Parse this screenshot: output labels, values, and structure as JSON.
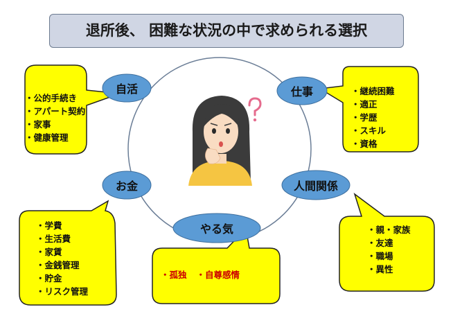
{
  "title": "退所後、 困難な状況の中で求められる選択",
  "colors": {
    "title_fill": "#d0d6e4",
    "node_fill": "#5b9bd5",
    "callout_fill": "#ffff00",
    "callout_stroke": "#222222",
    "alert_text": "#cc0000"
  },
  "center_icon": "worried-woman-with-question-mark",
  "nodes": [
    {
      "label": "自活",
      "items": [
        "公的手続き",
        "アパート契約",
        "家事",
        "健康管理"
      ]
    },
    {
      "label": "仕事",
      "items": [
        "継続困難",
        "適正",
        "学歴",
        "スキル",
        "資格"
      ]
    },
    {
      "label": "お金",
      "items": [
        "学費",
        "生活費",
        "家賃",
        "金銭管理",
        "貯金",
        "リスク管理"
      ]
    },
    {
      "label": "人間関係",
      "items": [
        "親・家族",
        "友達",
        "職場",
        "異性"
      ]
    },
    {
      "label": "やる気",
      "items": [
        "孤独",
        "自尊感情"
      ]
    }
  ]
}
